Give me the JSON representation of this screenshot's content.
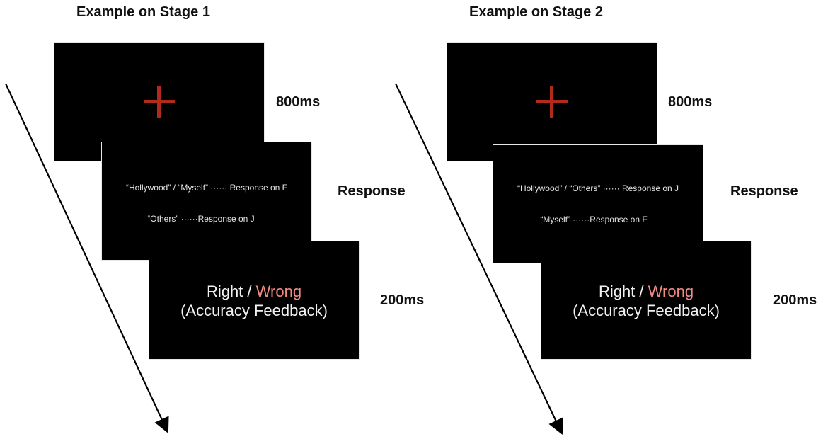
{
  "panels": [
    {
      "title": "Example on Stage 1",
      "response_line1": "“Hollywood”    /  “Myself”  ······ Response on F",
      "response_line2": "“Others”   ······Response on J",
      "feedback_right": "Right /",
      "feedback_wrong": "Wrong",
      "feedback_line2": "(Accuracy Feedback)",
      "timing_fixation": "800ms",
      "timing_response": "Response",
      "timing_feedback": "200ms"
    },
    {
      "title": "Example on Stage 2",
      "response_line1": "“Hollywood”    /  “Others”  ······ Response on J",
      "response_line2": "“Myself”   ······Response on F",
      "feedback_right": "Right /",
      "feedback_wrong": "Wrong",
      "feedback_line2": "(Accuracy Feedback)",
      "timing_fixation": "800ms",
      "timing_response": "Response",
      "timing_feedback": "200ms"
    }
  ],
  "colors": {
    "screen": "#000000",
    "fixation": "#b22a1c",
    "wrong": "#f08b84",
    "text": "#f2f2f2"
  }
}
